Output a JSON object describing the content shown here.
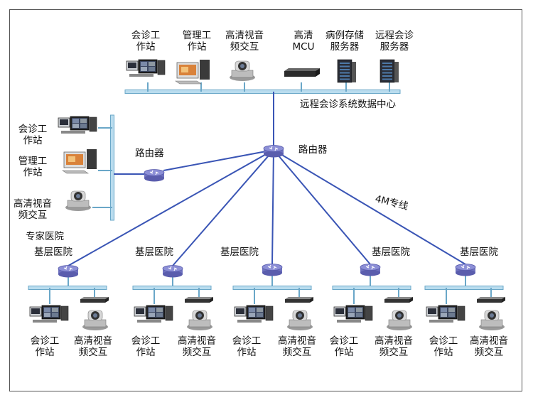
{
  "data_center": {
    "nodes": [
      {
        "line1": "会诊工",
        "line2": "作站",
        "icon": "workstation-icon"
      },
      {
        "line1": "管理工",
        "line2": "作站",
        "icon": "admin-pc-icon"
      },
      {
        "line1": "高清视音",
        "line2": "频交互",
        "icon": "hd-camera-icon"
      },
      {
        "line1": "高清",
        "line2": "MCU",
        "icon": "mcu-icon"
      },
      {
        "line1": "病例存储",
        "line2": "服务器",
        "icon": "server-icon"
      },
      {
        "line1": "远程会诊",
        "line2": "服务器",
        "icon": "server-icon"
      }
    ],
    "label": "远程会诊系统数据中心"
  },
  "core_router_label": "路由器",
  "expert": {
    "router_label": "路由器",
    "nodes": [
      {
        "line1": "会诊工",
        "line2": "作站"
      },
      {
        "line1": "管理工",
        "line2": "作站"
      },
      {
        "line1": "高清视音",
        "line2": "频交互"
      }
    ],
    "label": "专家医院"
  },
  "link_label": "4M专线",
  "branches": [
    {
      "label": "基层医院",
      "ws1": "会诊工",
      "ws2": "作站",
      "hd1": "高清视音",
      "hd2": "频交互"
    },
    {
      "label": "基层医院",
      "ws1": "会诊工",
      "ws2": "作站",
      "hd1": "高清视音",
      "hd2": "频交互"
    },
    {
      "label": "基层医院",
      "ws1": "会诊工",
      "ws2": "作站",
      "hd1": "高清视音",
      "hd2": "频交互"
    },
    {
      "label": "基层医院",
      "ws1": "会诊工",
      "ws2": "作站",
      "hd1": "高清视音",
      "hd2": "频交互"
    },
    {
      "label": "基层医院",
      "ws1": "会诊工",
      "ws2": "作站",
      "hd1": "高清视音",
      "hd2": "频交互"
    }
  ],
  "colors": {
    "link": "#3a55b5",
    "bus": "#b9dcee",
    "bus_edge": "#6aa7c8",
    "router": "#8c8fd6"
  }
}
